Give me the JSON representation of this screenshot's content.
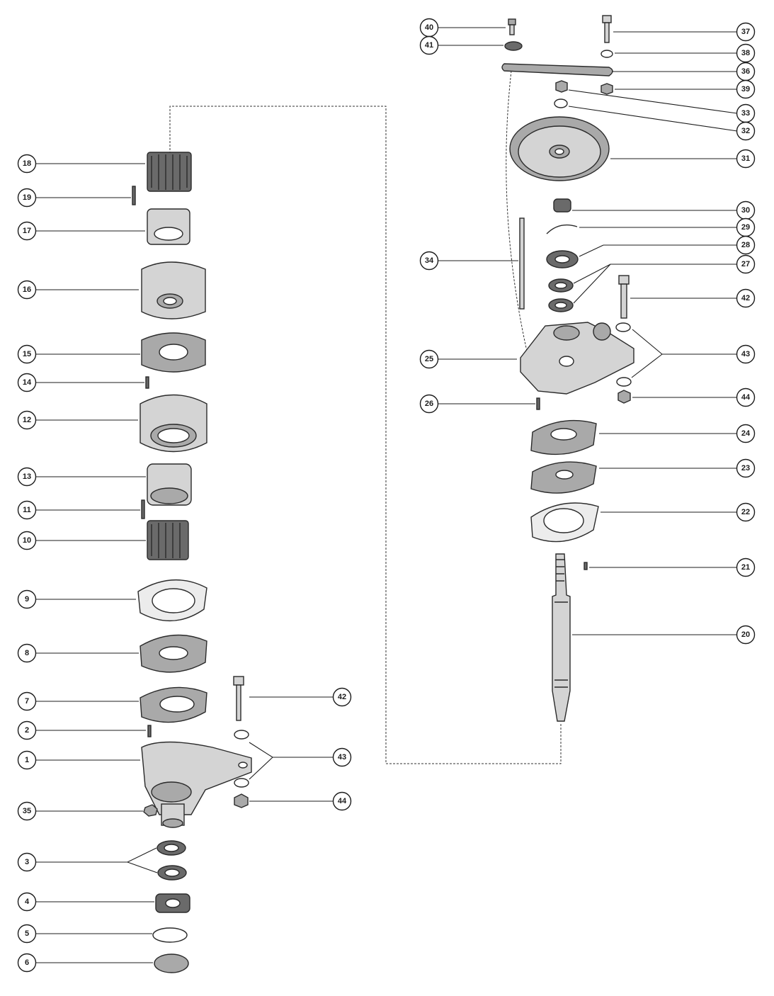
{
  "figure": {
    "callouts": [
      "1",
      "2",
      "3",
      "4",
      "5",
      "6",
      "7",
      "8",
      "9",
      "10",
      "11",
      "12",
      "13",
      "14",
      "15",
      "16",
      "17",
      "18",
      "19",
      "20",
      "21",
      "22",
      "23",
      "24",
      "25",
      "26",
      "27",
      "28",
      "29",
      "30",
      "31",
      "32",
      "33",
      "34",
      "35",
      "36",
      "37",
      "38",
      "39",
      "40",
      "41",
      "42",
      "43",
      "44"
    ]
  },
  "labels": {
    "left": [
      "18",
      "19",
      "17",
      "16",
      "15",
      "14",
      "12",
      "13",
      "11",
      "10",
      "9",
      "8",
      "7",
      "2",
      "1",
      "35",
      "3",
      "4",
      "5",
      "6"
    ],
    "left_mid": [
      "42",
      "43",
      "44"
    ],
    "right_mid": [
      "40",
      "41",
      "34",
      "25",
      "26"
    ],
    "right": [
      "37",
      "38",
      "36",
      "39",
      "33",
      "32",
      "31",
      "30",
      "29",
      "28",
      "27",
      "42",
      "43",
      "44",
      "24",
      "23",
      "22",
      "21",
      "20"
    ]
  }
}
